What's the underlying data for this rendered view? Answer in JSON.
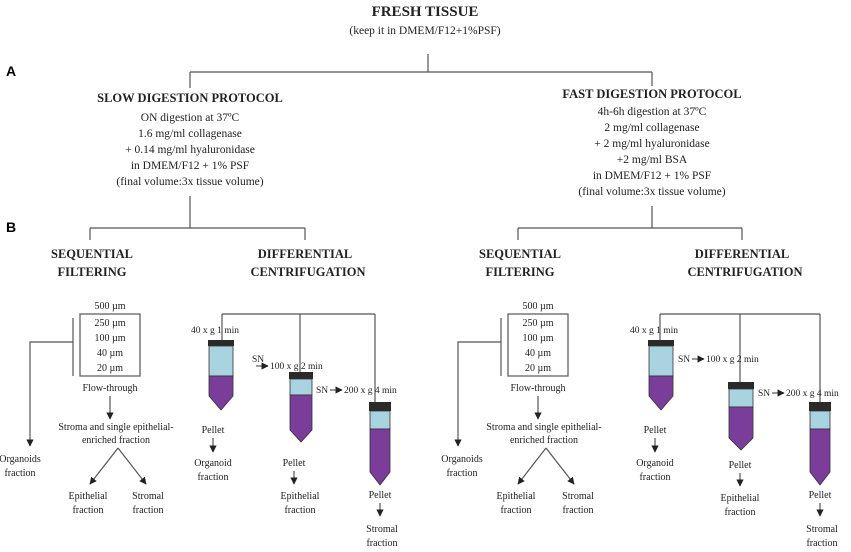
{
  "header": {
    "title": "FRESH TISSUE",
    "subtitle": "(keep it in DMEM/F12+1%PSF)"
  },
  "panel_labels": [
    "A",
    "B"
  ],
  "protocols": [
    {
      "name": "SLOW DIGESTION PROTOCOL",
      "lines": [
        "ON digestion at 37ºC",
        "1.6  mg/ml collagenase",
        "+ 0.14 mg/ml hyaluronidase",
        "in DMEM/F12 + 1% PSF",
        "(final volume:3x tissue volume)"
      ]
    },
    {
      "name": "FAST DIGESTION PROTOCOL",
      "lines": [
        "4h-6h digestion at 37ºC",
        "2 mg/ml collagenase",
        "+ 2 mg/ml hyaluronidase",
        "+2 mg/ml BSA",
        "in DMEM/F12 + 1% PSF",
        "(final volume:3x tissue volume)"
      ]
    }
  ],
  "methods": {
    "filtering": [
      "SEQUENTIAL",
      "FILTERING"
    ],
    "centrifugation": [
      "DIFFERENTIAL",
      "CENTRIFUGATION"
    ]
  },
  "filters": [
    "500 µm",
    "250 µm",
    "100 µm",
    "40 µm",
    "20 µm"
  ],
  "filter_labels": {
    "flow_through": "Flow-through",
    "stroma_line1": "Stroma and single epithelial-",
    "stroma_line2": "enriched fraction",
    "organoids_line1": "Organoids",
    "organoids_line2": "fraction",
    "epithelial_line1": "Epithelial",
    "epithelial_line2": "fraction",
    "stromal_line1": "Stromal",
    "stromal_line2": "fraction"
  },
  "centrifugation_labels": {
    "step1": "40 x g 1 min",
    "step2": "100 x g 2 min",
    "step3": "200 x g 4 min",
    "sn": "SN",
    "pellet": "Pellet",
    "organoid_line1": "Organoid",
    "organoid_line2": "fraction",
    "epithelial_line1": "Epithelial",
    "epithelial_line2": "fraction",
    "stromal_line1": "Stromal",
    "stromal_line2": "fraction"
  },
  "colors": {
    "supernatant": "#a9d3df",
    "pellet_fluid": "#7a3d9a",
    "cap": "#2a2a2a",
    "lines": "#555555"
  }
}
